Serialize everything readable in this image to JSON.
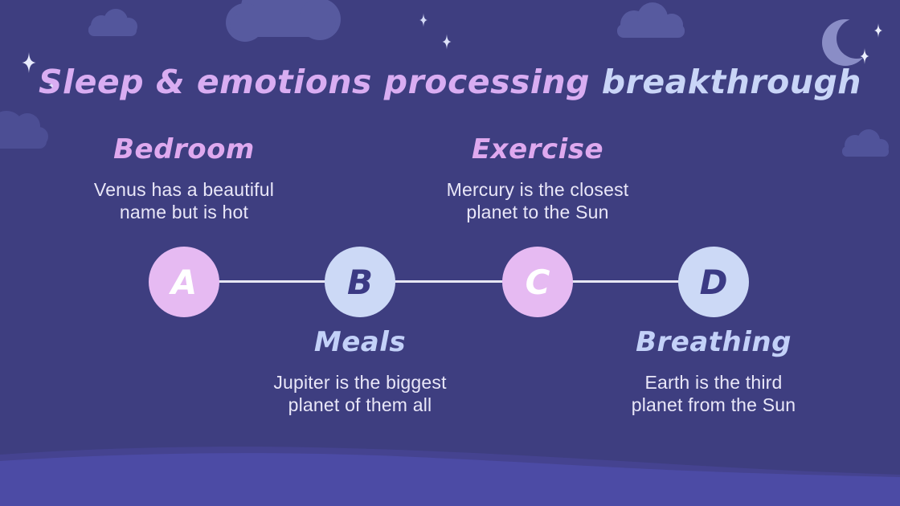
{
  "title": {
    "text_primary": "Sleep & emotions processing",
    "text_accent": "breakthrough"
  },
  "timeline": {
    "items": [
      {
        "letter": "A",
        "label": "Bedroom",
        "lines": [
          "Venus has a beautiful",
          "name but is hot"
        ],
        "position": "top",
        "color": "pink"
      },
      {
        "letter": "B",
        "label": "Meals",
        "lines": [
          "Jupiter is the biggest",
          "planet of them all"
        ],
        "position": "bottom",
        "color": "periwinkle"
      },
      {
        "letter": "C",
        "label": "Exercise",
        "lines": [
          "Mercury is the closest",
          "planet to the Sun"
        ],
        "position": "top",
        "color": "pink"
      },
      {
        "letter": "D",
        "label": "Breathing",
        "lines": [
          "Earth is the third",
          "planet from the Sun"
        ],
        "position": "bottom",
        "color": "periwinkle"
      }
    ]
  },
  "decorations": {
    "icons": [
      "cloud-icon",
      "crescent-moon-icon",
      "sparkle-icon",
      "hill-wave-shape"
    ]
  },
  "colors": {
    "background": "#3e3e80",
    "title_pink": "#d9adf2",
    "title_periwinkle": "#c9d5f7",
    "heading_pink": "#dfa9ef",
    "heading_periwinkle": "#c3d1f8",
    "body_text": "#e9e7f8",
    "circle_pink": "#e6baf2",
    "circle_periwinkle": "#ccd9f6",
    "letter_dark": "#3b3a84",
    "connector_line": "#e7e7f4",
    "hill_wave": "#4c4ba5",
    "cloud": "#575a9f",
    "moon": "#8a8dc6",
    "sparkle": "#e3e7fb"
  }
}
